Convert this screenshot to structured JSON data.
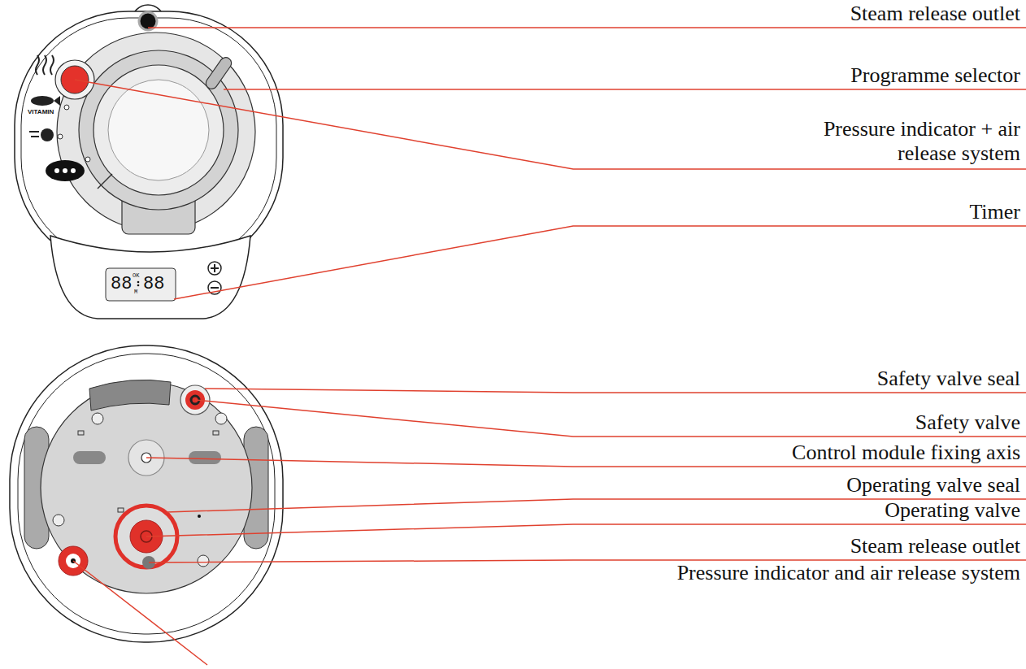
{
  "diagram": {
    "labels": [
      "Steam release outlet",
      "Programme selector",
      "Pressure indicator + air release system",
      "Timer",
      "Safety valve seal",
      "Safety valve",
      "Control module fixing axis",
      "Operating valve seal",
      "Operating valve",
      "Steam release outlet",
      "Pressure indicator and air release system",
      "VITAMIN",
      "88",
      "OK",
      "M",
      "88"
    ]
  }
}
